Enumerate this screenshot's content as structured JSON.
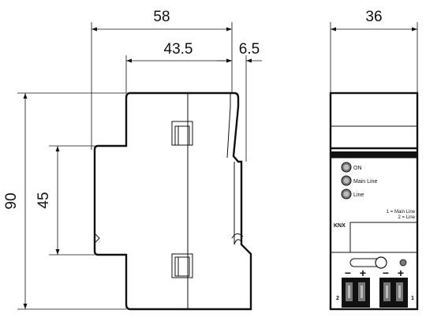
{
  "dimensions": {
    "width_total": "58",
    "width_body": "43.5",
    "width_rail": "6.5",
    "height_total": "90",
    "height_neck": "45",
    "front_width": "36"
  },
  "front_panel": {
    "led_on": "ON",
    "led_main_line": "Main Line",
    "led_line": "Line",
    "legend_line1": "1 = Main Line",
    "legend_line2": "2 = Line",
    "knx_logo": "KNX",
    "terminal_left_number": "2",
    "terminal_right_number": "1",
    "minus_sign": "−",
    "plus_sign": "+"
  }
}
